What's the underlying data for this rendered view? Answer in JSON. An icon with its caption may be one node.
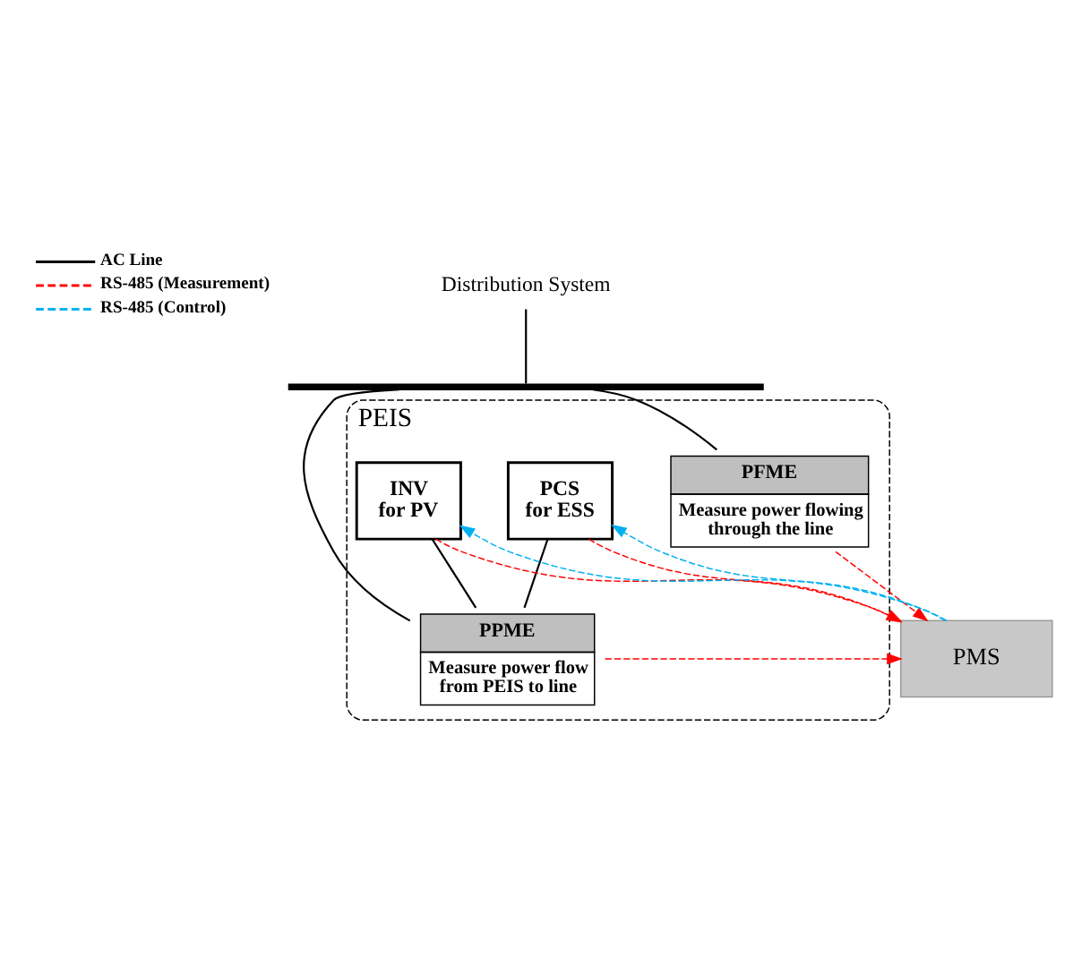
{
  "diagram": {
    "nodes": [
      {
        "text": [
          "Distribution System"
        ]
      },
      {
        "text": [],
        "shape": "bar"
      },
      {
        "text": [
          "PEIS"
        ]
      },
      {
        "text": [
          "PCS for ESS"
        ],
        "in": 2
      },
      {
        "text": [
          "INV for PV"
        ],
        "in": 2
      },
      {
        "text": [
          "PPME",
          "Measure power flow from PEIS to line"
        ],
        "in": 2
      },
      {
        "text": [
          "PFME",
          "Measure power flowing through the line"
        ],
        "in": 2
      },
      {
        "text": [
          "PMS"
        ]
      }
    ],
    "edges": [
      {
        "from": 0,
        "to": 1,
        "arrow": "none"
      },
      {
        "from": 1,
        "to": 5,
        "arrow": "none"
      },
      {
        "from": 1,
        "to": 6,
        "arrow": "none"
      },
      {
        "from": 3,
        "to": 5,
        "arrow": "none"
      },
      {
        "from": 4,
        "to": 5,
        "arrow": "none"
      },
      {
        "from": 5,
        "to": 7,
        "arrow": "to",
        "style": "dashed",
        "color": "#ff0000"
      },
      {
        "from": 6,
        "to": 7,
        "arrow": "to",
        "style": "dashed",
        "color": "#ff0000"
      },
      {
        "from": 4,
        "to": 7,
        "arrow": "to",
        "style": "dashed",
        "color": "#ff0000"
      },
      {
        "from": 7,
        "to": 4,
        "arrow": "to",
        "style": "dashed",
        "color": "#00b0f0"
      },
      {
        "from": 3,
        "to": 7,
        "arrow": "to",
        "style": "dashed",
        "color": "#ff0000"
      },
      {
        "from": 7,
        "to": 3,
        "arrow": "to",
        "style": "dashed",
        "color": "#00b0f0"
      }
    ],
    "legend": [
      {
        "text": "AC Line"
      },
      {
        "text": "RS-485 (Measurement)"
      },
      {
        "text": "RS-485 (Control)"
      }
    ]
  }
}
